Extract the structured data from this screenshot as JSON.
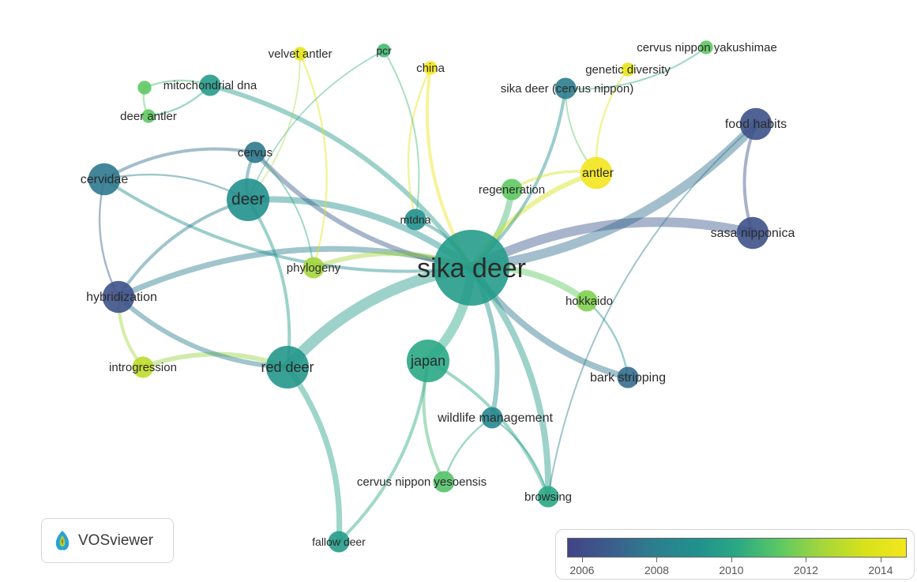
{
  "colors": {
    "2006": "#414487",
    "2007": "#3b5e8c",
    "2008": "#2c7e8e",
    "2009": "#21908d",
    "2010": "#2aa885",
    "2011": "#5ec962",
    "2012": "#a4d63c",
    "2013": "#d8e219",
    "2014": "#f4e61e"
  },
  "nodes": [
    {
      "id": "sika-deer",
      "label": "sika deer",
      "weight": 10,
      "year": 2009.5
    },
    {
      "id": "deer",
      "label": "deer",
      "weight": 4,
      "year": 2009.0
    },
    {
      "id": "red-deer",
      "label": "red deer",
      "weight": 4,
      "year": 2009.3
    },
    {
      "id": "japan",
      "label": "japan",
      "weight": 4,
      "year": 2010.0
    },
    {
      "id": "cervidae",
      "label": "cervidae",
      "weight": 3,
      "year": 2007.8
    },
    {
      "id": "hybridization",
      "label": "hybridization",
      "weight": 3,
      "year": 2006.5
    },
    {
      "id": "food-habits",
      "label": "food habits",
      "weight": 3,
      "year": 2006.5
    },
    {
      "id": "sasa-nipponica",
      "label": "sasa nipponica",
      "weight": 3,
      "year": 2006.5
    },
    {
      "id": "antler",
      "label": "antler",
      "weight": 3,
      "year": 2014.0
    },
    {
      "id": "hokkaido",
      "label": "hokkaido",
      "weight": 2,
      "year": 2011.5
    },
    {
      "id": "regeneration",
      "label": "regeneration",
      "weight": 2,
      "year": 2011.0
    },
    {
      "id": "bark-stripping",
      "label": "bark stripping",
      "weight": 2,
      "year": 2007.5
    },
    {
      "id": "wildlife-management",
      "label": "wildlife management",
      "weight": 2,
      "year": 2008.5
    },
    {
      "id": "browsing",
      "label": "browsing",
      "weight": 2,
      "year": 2010.0
    },
    {
      "id": "fallow-deer",
      "label": "fallow deer",
      "weight": 2,
      "year": 2009.5
    },
    {
      "id": "cervus-nippon-yesoensis",
      "label": "cervus nippon yesoensis",
      "weight": 2,
      "year": 2010.8
    },
    {
      "id": "introgression",
      "label": "introgression",
      "weight": 2,
      "year": 2012.5
    },
    {
      "id": "phylogeny",
      "label": "phylogeny",
      "weight": 2,
      "year": 2012.0
    },
    {
      "id": "mtdna",
      "label": "mtdna",
      "weight": 2,
      "year": 2009.0
    },
    {
      "id": "cervus",
      "label": "cervus",
      "weight": 2,
      "year": 2007.8
    },
    {
      "id": "mitochondrial-dna",
      "label": "mitochondrial dna",
      "weight": 2,
      "year": 2009.5
    },
    {
      "id": "deer-antler",
      "label": "deer antler",
      "weight": 1.6,
      "year": 2011.0
    },
    {
      "id": "velvet-antler",
      "label": "velvet antler",
      "weight": 1.6,
      "year": 2013.5
    },
    {
      "id": "pcr",
      "label": "pcr",
      "weight": 1.6,
      "year": 2010.5
    },
    {
      "id": "china",
      "label": "china",
      "weight": 1.6,
      "year": 2014.0
    },
    {
      "id": "sika-deer-cervus-nippon",
      "label": "sika deer (cervus nippon)",
      "weight": 2,
      "year": 2008.0
    },
    {
      "id": "genetic-diversity",
      "label": "genetic diversity",
      "weight": 1.6,
      "year": 2013.5
    },
    {
      "id": "cervus-nippon-yakushimae",
      "label": "cervus nippon yakushimae",
      "weight": 1.6,
      "year": 2011.0
    },
    {
      "id": "unlabeled-node",
      "label": "",
      "weight": 1.6,
      "year": 2011.0
    }
  ],
  "links": [
    {
      "s": "sika-deer",
      "t": "food-habits",
      "w": 3,
      "year": 2007.5
    },
    {
      "s": "sika-deer",
      "t": "sasa-nipponica",
      "w": 3,
      "year": 2006.8
    },
    {
      "s": "sika-deer",
      "t": "red-deer",
      "w": 3.5,
      "year": 2009.5
    },
    {
      "s": "sika-deer",
      "t": "japan",
      "w": 3,
      "year": 2010
    },
    {
      "s": "sika-deer",
      "t": "deer",
      "w": 2,
      "year": 2009
    },
    {
      "s": "sika-deer",
      "t": "hokkaido",
      "w": 2,
      "year": 2011
    },
    {
      "s": "sika-deer",
      "t": "bark-stripping",
      "w": 2,
      "year": 2007.8
    },
    {
      "s": "sika-deer",
      "t": "browsing",
      "w": 2,
      "year": 2009.5
    },
    {
      "s": "sika-deer",
      "t": "regeneration",
      "w": 2,
      "year": 2010.5
    },
    {
      "s": "sika-deer",
      "t": "antler",
      "w": 1.5,
      "year": 2013
    },
    {
      "s": "sika-deer",
      "t": "hybridization",
      "w": 1.8,
      "year": 2008
    },
    {
      "s": "sika-deer",
      "t": "cervus",
      "w": 1.5,
      "year": 2007
    },
    {
      "s": "sika-deer",
      "t": "mitochondrial-dna",
      "w": 1.5,
      "year": 2009.5
    },
    {
      "s": "sika-deer",
      "t": "wildlife-management",
      "w": 1.5,
      "year": 2009
    },
    {
      "s": "sika-deer",
      "t": "phylogeny",
      "w": 1.5,
      "year": 2012
    },
    {
      "s": "sika-deer",
      "t": "cervidae",
      "w": 1,
      "year": 2009
    },
    {
      "s": "sika-deer",
      "t": "mtdna",
      "w": 1,
      "year": 2009
    },
    {
      "s": "sika-deer",
      "t": "china",
      "w": 1,
      "year": 2013.8
    },
    {
      "s": "sika-deer",
      "t": "sika-deer-cervus-nippon",
      "w": 1,
      "year": 2009
    },
    {
      "s": "red-deer",
      "t": "fallow-deer",
      "w": 1.8,
      "year": 2009.8
    },
    {
      "s": "red-deer",
      "t": "introgression",
      "w": 1.5,
      "year": 2011.8
    },
    {
      "s": "red-deer",
      "t": "hybridization",
      "w": 1.5,
      "year": 2008
    },
    {
      "s": "red-deer",
      "t": "deer",
      "w": 1,
      "year": 2009.5
    },
    {
      "s": "japan",
      "t": "fallow-deer",
      "w": 1,
      "year": 2010
    },
    {
      "s": "japan",
      "t": "cervus-nippon-yesoensis",
      "w": 1,
      "year": 2010.5
    },
    {
      "s": "japan",
      "t": "browsing",
      "w": 1,
      "year": 2010
    },
    {
      "s": "food-habits",
      "t": "sasa-nipponica",
      "w": 1,
      "year": 2006.5
    },
    {
      "s": "deer",
      "t": "cervus",
      "w": 1,
      "year": 2008
    },
    {
      "s": "deer",
      "t": "hybridization",
      "w": 1,
      "year": 2008
    },
    {
      "s": "cervidae",
      "t": "cervus",
      "w": 1,
      "year": 2007.5
    },
    {
      "s": "hybridization",
      "t": "introgression",
      "w": 1,
      "year": 2012
    },
    {
      "s": "velvet-antler",
      "t": "phylogeny",
      "w": 0.6,
      "year": 2013.5
    },
    {
      "s": "china",
      "t": "mtdna",
      "w": 0.6,
      "year": 2013.5
    },
    {
      "s": "antler",
      "t": "genetic-diversity",
      "w": 0.6,
      "year": 2013.5
    },
    {
      "s": "antler",
      "t": "regeneration",
      "w": 0.8,
      "year": 2013
    },
    {
      "s": "mitochondrial-dna",
      "t": "deer-antler",
      "w": 0.6,
      "year": 2010
    },
    {
      "s": "mitochondrial-dna",
      "t": "unlabeled-node",
      "w": 0.6,
      "year": 2010.5
    },
    {
      "s": "deer-antler",
      "t": "unlabeled-node",
      "w": 0.6,
      "year": 2011
    },
    {
      "s": "cervidae",
      "t": "hybridization",
      "w": 0.6,
      "year": 2007
    },
    {
      "s": "cervidae",
      "t": "deer",
      "w": 0.6,
      "year": 2008
    },
    {
      "s": "wildlife-management",
      "t": "cervus-nippon-yesoensis",
      "w": 0.6,
      "year": 2010
    },
    {
      "s": "wildlife-management",
      "t": "browsing",
      "w": 0.6,
      "year": 2009.5
    },
    {
      "s": "bark-stripping",
      "t": "hokkaido",
      "w": 0.6,
      "year": 2009
    },
    {
      "s": "pcr",
      "t": "mtdna",
      "w": 0.5,
      "year": 2010.5
    },
    {
      "s": "sika-deer-cervus-nippon",
      "t": "antler",
      "w": 0.5,
      "year": 2011
    },
    {
      "s": "cervus-nippon-yakushimae",
      "t": "sika-deer-cervus-nippon",
      "w": 0.5,
      "year": 2010
    },
    {
      "s": "food-habits",
      "t": "browsing",
      "w": 0.5,
      "year": 2008
    },
    {
      "s": "cervus",
      "t": "phylogeny",
      "w": 0.5,
      "year": 2010
    },
    {
      "s": "pcr",
      "t": "deer",
      "w": 0.4,
      "year": 2010
    },
    {
      "s": "velvet-antler",
      "t": "deer",
      "w": 0.4,
      "year": 2012
    }
  ],
  "legend": {
    "ticks": [
      "2006",
      "2008",
      "2010",
      "2012",
      "2014"
    ],
    "min": 2005.6,
    "max": 2014.7
  },
  "branding": {
    "name": "VOSviewer"
  }
}
